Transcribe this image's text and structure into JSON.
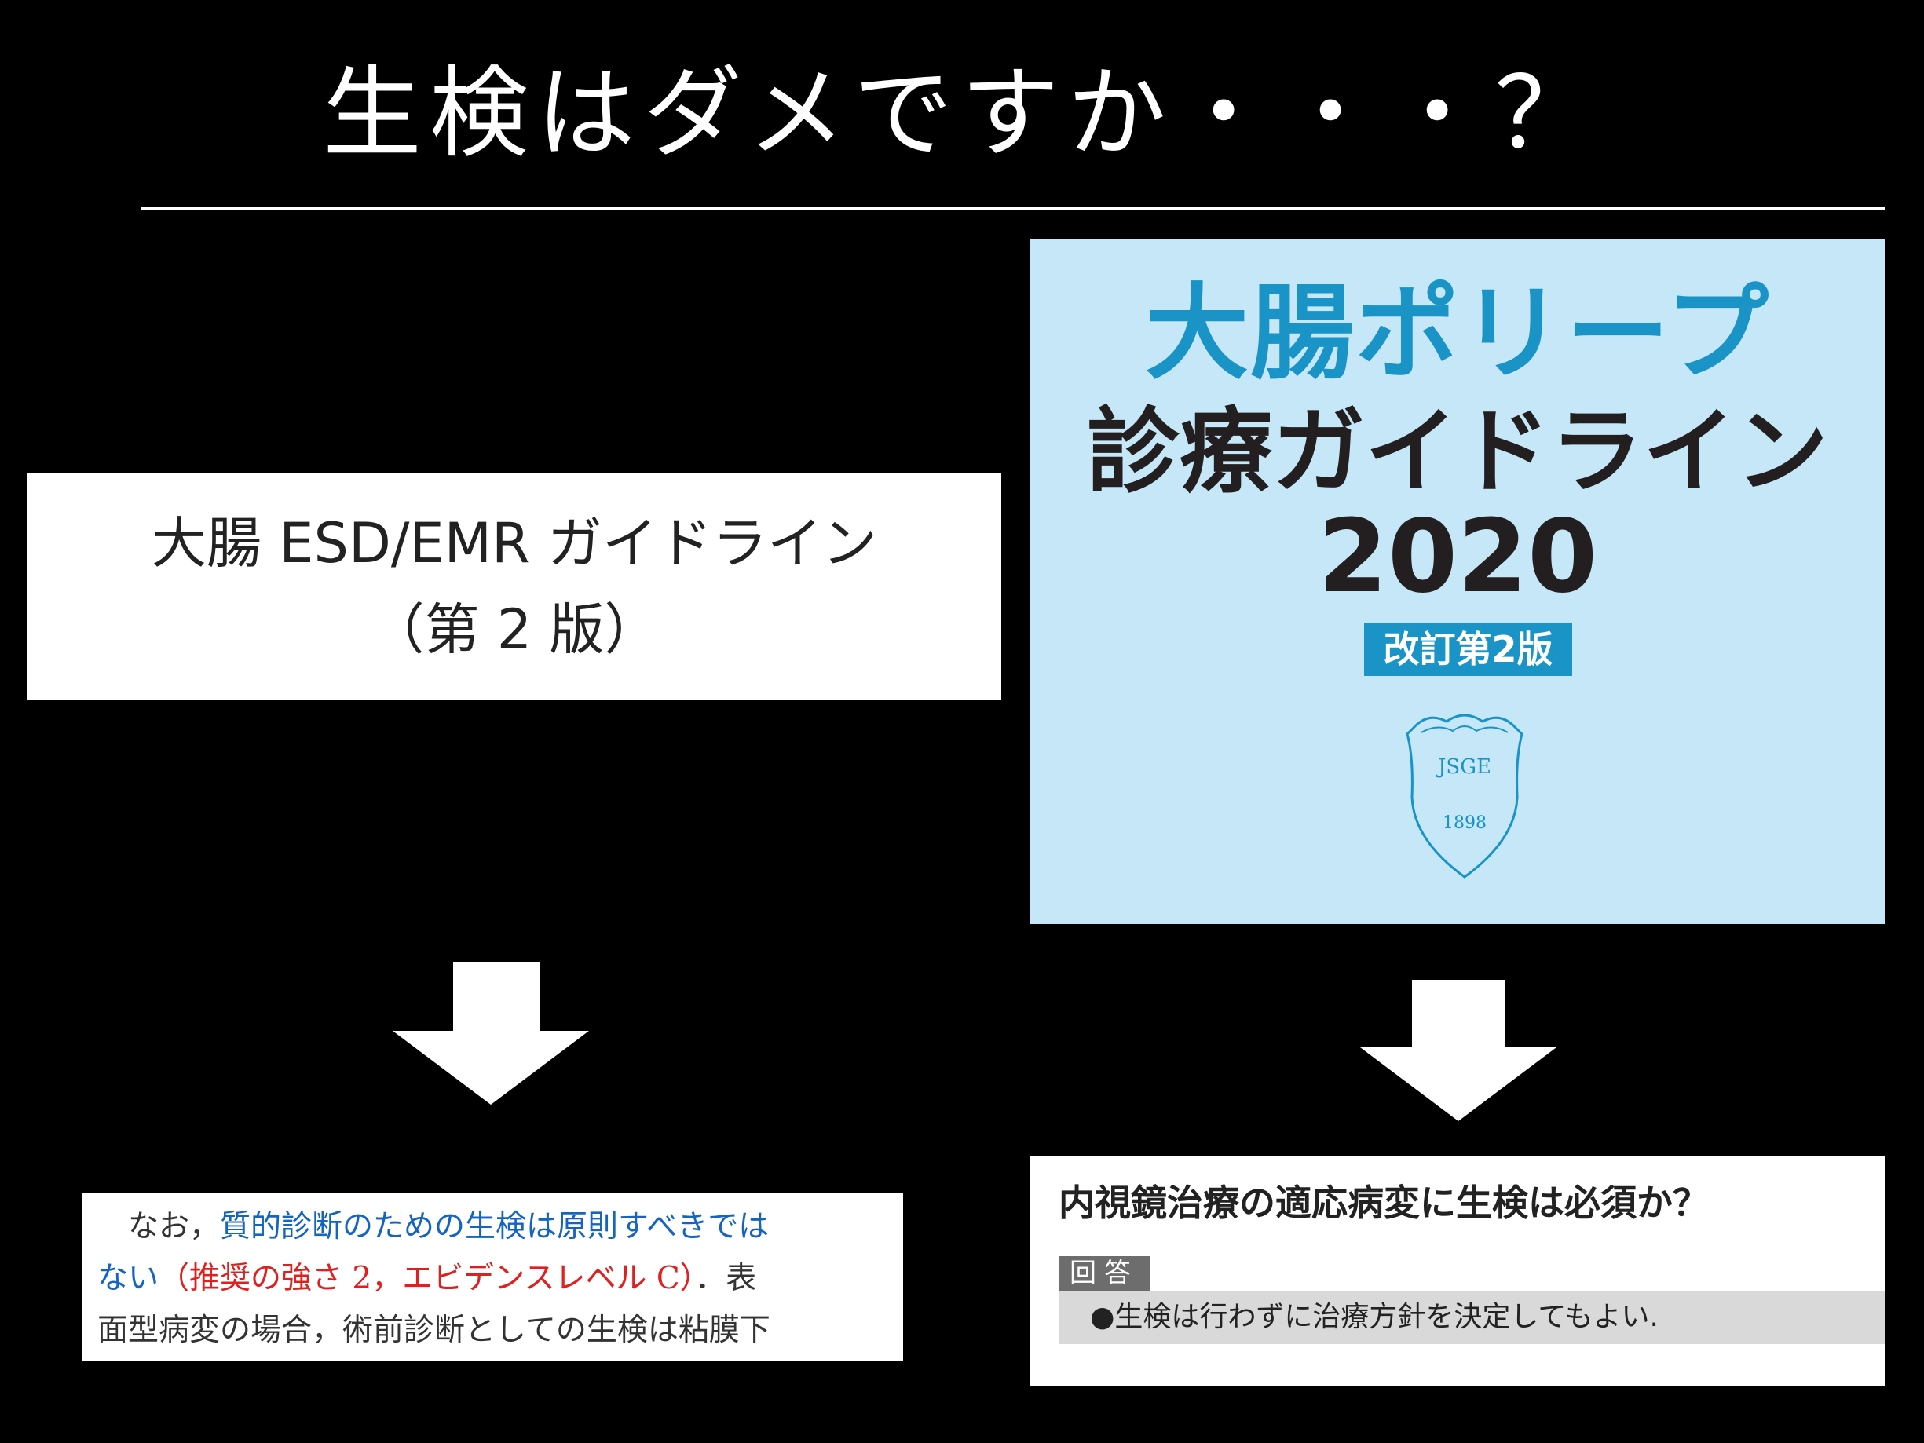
{
  "slide": {
    "title": "生検はダメですか・・・？"
  },
  "left_book": {
    "line1": "大腸 ESD/EMR ガイドライン",
    "line2": "（第 2 版）"
  },
  "right_book": {
    "title_line1": "大腸ポリープ",
    "title_line2": "診療ガイドライン",
    "year": "2020",
    "edition_badge": "改訂第2版",
    "emblem_text_top": "JSGE",
    "emblem_text_bottom": "1898"
  },
  "left_quote": {
    "seg1": "　なお，",
    "seg2_blue": "質的診断のための生検は原則すべきでは",
    "seg3_blue": "ない",
    "seg4_red": "（推奨の強さ 2，エビデンスレベル C）",
    "seg5": "．表",
    "line3": "面型病変の場合，術前診断としての生検は粘膜下"
  },
  "right_qa": {
    "question": "内視鏡治療の適応病変に生検は必須か？",
    "answer_tag": "回答",
    "answer": "●生検は行わずに治療方針を決定してもよい."
  }
}
